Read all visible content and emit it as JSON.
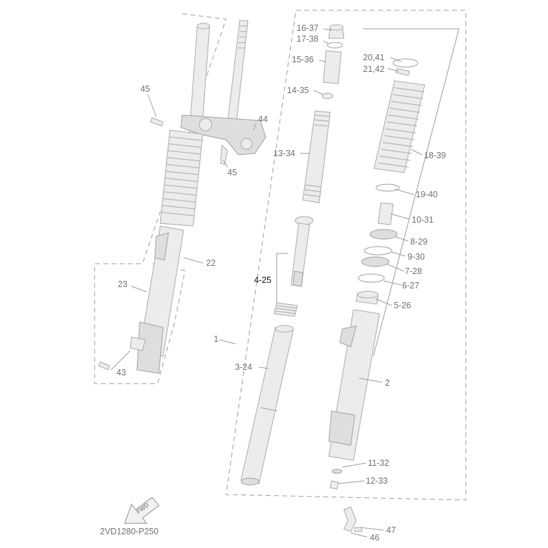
{
  "labels": {
    "l_16_37": "16-37",
    "l_17_38": "17-38",
    "l_15_36": "15-36",
    "l_14_35": "14-35",
    "l_13_34": "13-34",
    "l_4_25": "4-25",
    "l_1": "1",
    "l_3_24": "3-24",
    "l_20_41": "20,41",
    "l_21_42": "21,42",
    "l_18_39": "18-39",
    "l_19_40": "19-40",
    "l_10_31": "10-31",
    "l_8_29": "8-29",
    "l_9_30": "9-30",
    "l_7_28": "7-28",
    "l_6_27": "6-27",
    "l_5_26": "5-26",
    "l_2": "2",
    "l_11_32": "11-32",
    "l_12_33": "12-33",
    "l_45a": "45",
    "l_44": "44",
    "l_45b": "45",
    "l_22": "22",
    "l_23": "23",
    "l_43": "43",
    "l_47": "47",
    "l_46": "46"
  },
  "badge": {
    "fwd": "FWD"
  },
  "footer": {
    "code": "2VD1280-P250"
  },
  "colors": {
    "line": "#9a9a9a",
    "part_fill": "#ececec",
    "label": "#707070",
    "highlight": "#111111"
  }
}
